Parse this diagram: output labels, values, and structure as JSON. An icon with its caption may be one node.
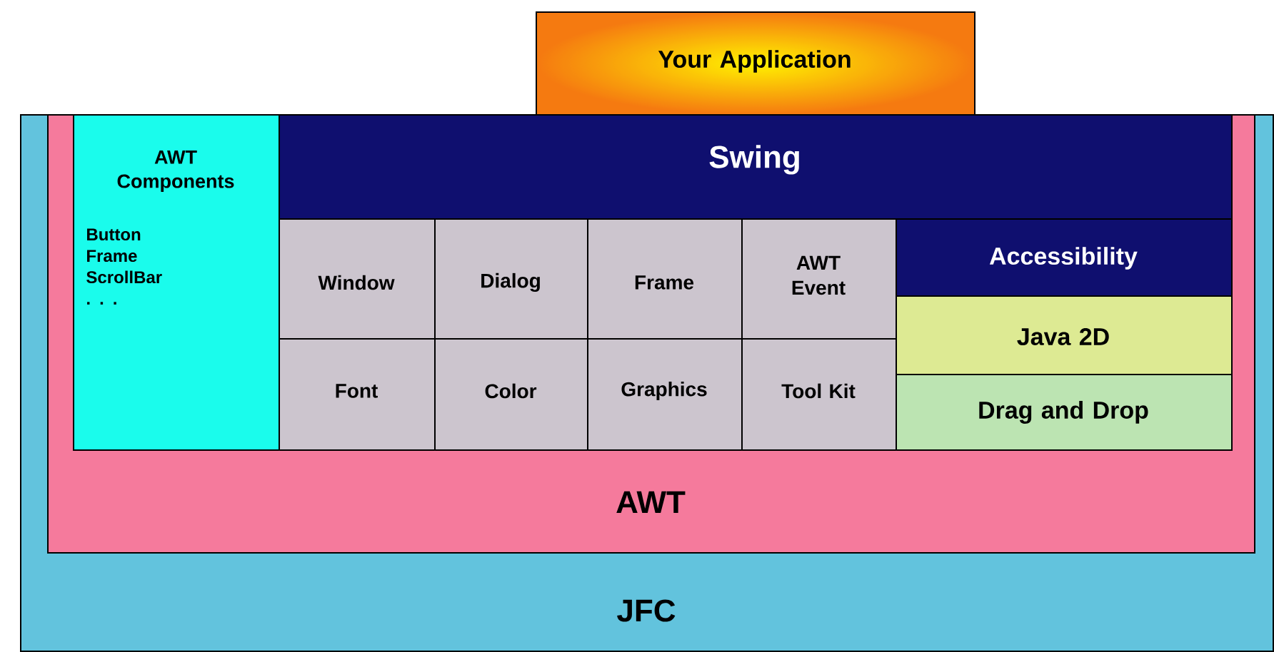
{
  "diagram": {
    "nodes": [
      {
        "text": [
          "Your Application"
        ]
      },
      {
        "text": [
          "JFC"
        ]
      },
      {
        "text": [
          "AWT"
        ],
        "in": 1
      },
      {
        "text": [
          "AWT Components",
          "Button Frame ScrollBar . . ."
        ],
        "in": 2
      },
      {
        "text": [
          "Swing"
        ],
        "in": 2
      },
      {
        "text": [
          "Window"
        ],
        "in": 2
      },
      {
        "text": [
          "Dialog"
        ],
        "in": 2
      },
      {
        "text": [
          "Frame"
        ],
        "in": 2
      },
      {
        "text": [
          "AWT Event"
        ],
        "in": 2
      },
      {
        "text": [
          "Accessibility"
        ],
        "in": 2
      },
      {
        "text": [
          "Java 2D"
        ],
        "in": 2
      },
      {
        "text": [
          "Font"
        ],
        "in": 2
      },
      {
        "text": [
          "Color"
        ],
        "in": 2
      },
      {
        "text": [
          "Graphics"
        ],
        "in": 2
      },
      {
        "text": [
          "Tool Kit"
        ],
        "in": 2
      },
      {
        "text": [
          "Drag and Drop"
        ],
        "in": 2
      }
    ]
  }
}
